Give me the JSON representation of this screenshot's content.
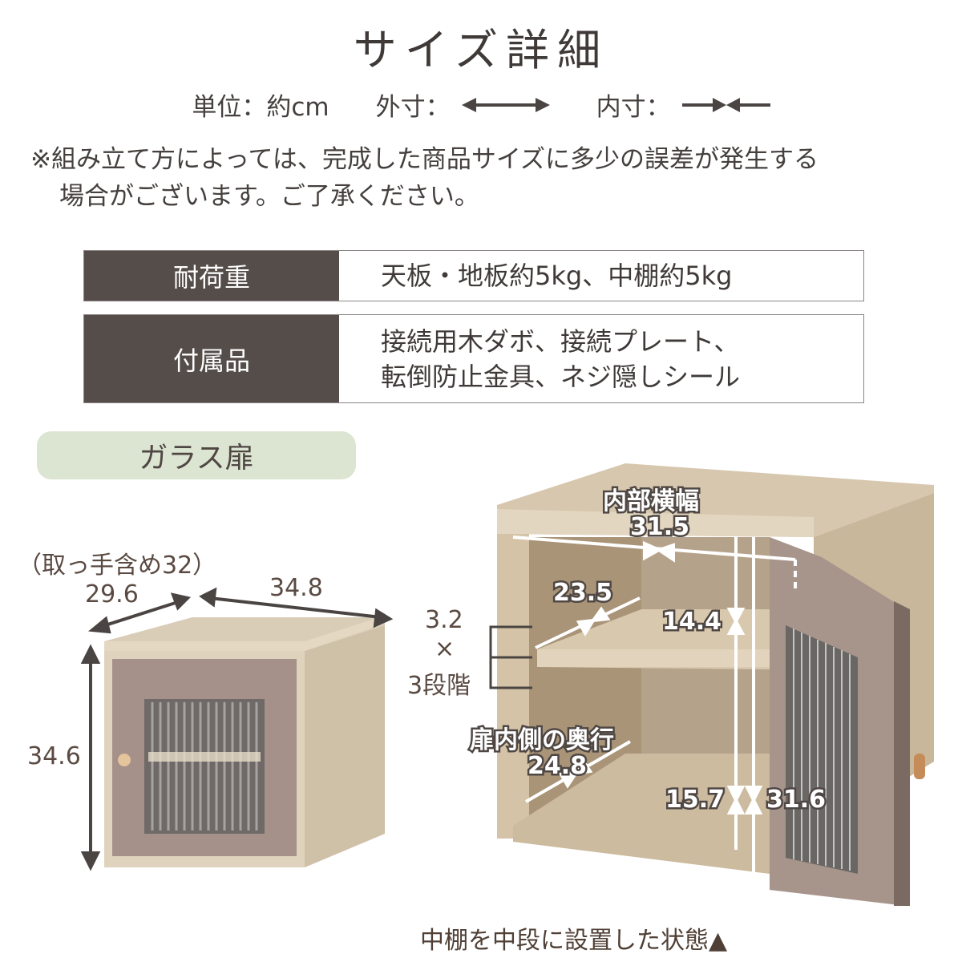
{
  "header": {
    "title": "サイズ詳細",
    "unit_label": "単位：約cm",
    "outer_label": "外寸：",
    "inner_label": "内寸：",
    "outer_icon": "double-arrow-outward-icon",
    "inner_icon": "arrows-inward-icon"
  },
  "note": {
    "line1": "※組み立て方によっては、完成した商品サイズに多少の誤差が発生する",
    "line2": "場合がございます。ご了承ください。"
  },
  "specs": [
    {
      "key": "耐荷重",
      "lines": [
        "天板・地板約5kg、中棚約5kg"
      ]
    },
    {
      "key": "付属品",
      "lines": [
        "接続用木ダボ、接続プレート、",
        "転倒防止金具、ネジ隠しシール"
      ]
    }
  ],
  "variant": {
    "label": "ガラス扉"
  },
  "exterior": {
    "handle_note": "（取っ手含め32）",
    "depth": "29.6",
    "width": "34.8",
    "height": "34.6"
  },
  "interior": {
    "inner_width_label": "内部横幅",
    "inner_width": "31.5",
    "shelf_depth": "23.5",
    "upper_height": "14.4",
    "shelf_pitch_1": "3.2",
    "shelf_pitch_x": "×",
    "shelf_pitch_2": "3段階",
    "door_depth_label": "扉内側の奥行",
    "door_depth": "24.8",
    "lower_height": "15.7",
    "total_height": "31.6"
  },
  "caption": "中棚を中段に設置した状態▲",
  "colors": {
    "label_bg": "#554d4a",
    "pill_bg": "#dce5d2",
    "wood": "#d8c9b1",
    "door": "#a28f86",
    "arrow": "#4a4543",
    "text_brown": "#5a4a42"
  }
}
